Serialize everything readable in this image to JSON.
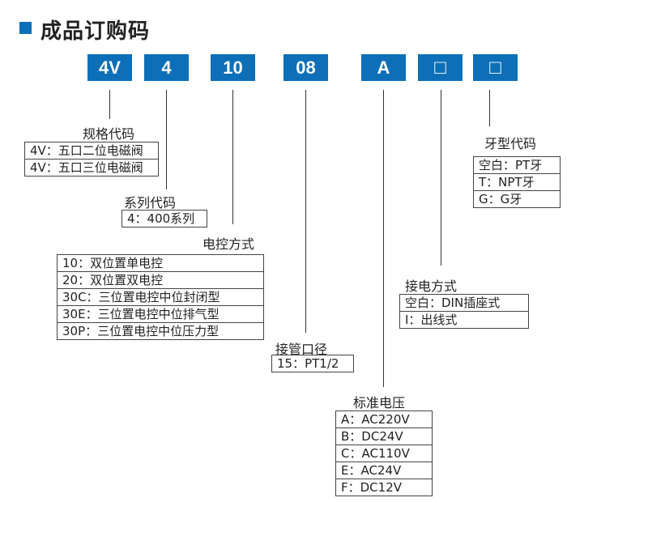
{
  "title": "成品订购码",
  "colors": {
    "accent": "#0d6fb8",
    "line": "#333333"
  },
  "code_boxes": [
    "4V",
    "4",
    "10",
    "08",
    "A",
    "□",
    "□"
  ],
  "groups": {
    "spec": {
      "label": "规格代码",
      "rows": [
        "4V：五口二位电磁阀",
        "4V：五口三位电磁阀"
      ]
    },
    "series": {
      "label": "系列代码",
      "rows": [
        "4：400系列"
      ]
    },
    "control": {
      "label": "电控方式",
      "rows": [
        "10：双位置单电控",
        "20：双位置双电控",
        "30C：三位置电控中位封闭型",
        "30E：三位置电控中位排气型",
        "30P：三位置电控中位压力型"
      ]
    },
    "port": {
      "label": "接管口径",
      "rows": [
        "15：PT1/2"
      ]
    },
    "voltage": {
      "label": "标准电压",
      "rows": [
        "A：AC220V",
        "B：DC24V",
        "C：AC110V",
        "E：AC24V",
        "F：DC12V"
      ]
    },
    "connection": {
      "label": "接电方式",
      "rows": [
        "空白：DIN插座式",
        "I：出线式"
      ]
    },
    "thread": {
      "label": "牙型代码",
      "rows": [
        "空白：PT牙",
        "T：NPT牙",
        "G：G牙"
      ]
    }
  }
}
